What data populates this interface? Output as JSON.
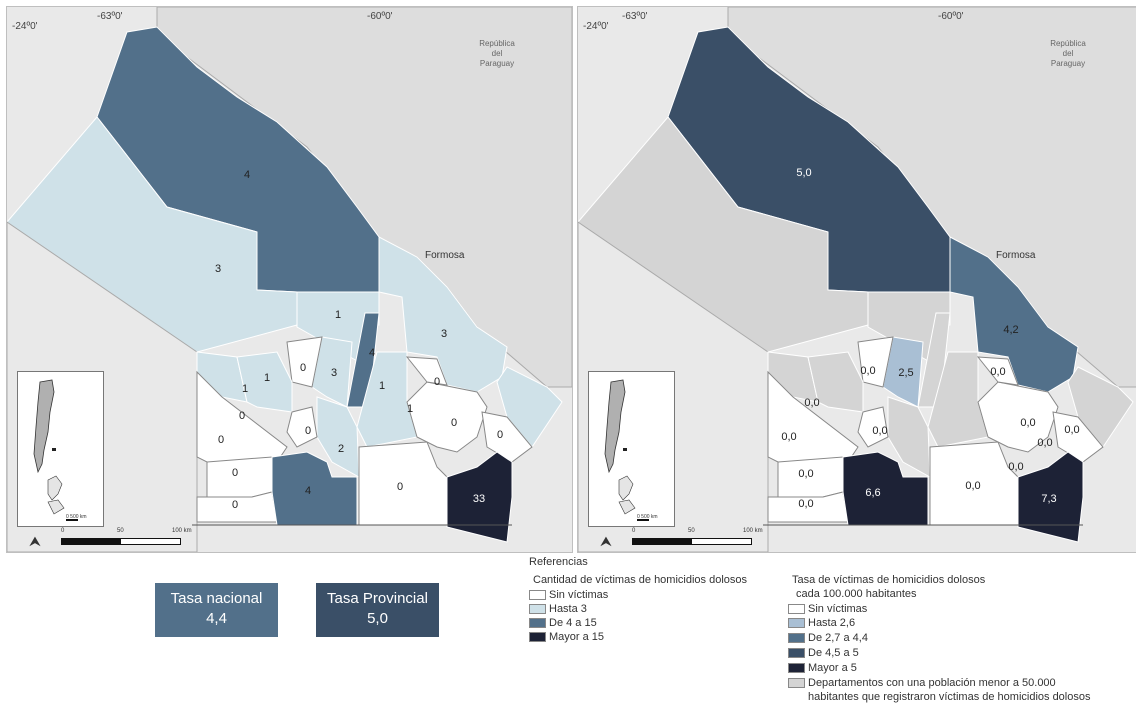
{
  "map_left": {
    "coords": {
      "lat": "-24º0'",
      "lon1": "-63º0'",
      "lon2": "-60º0'"
    },
    "country": "República\ndel\nParaguay",
    "neighbor": "Formosa",
    "values": [
      "4",
      "3",
      "1",
      "4",
      "3",
      "0",
      "3",
      "1",
      "1",
      "0",
      "0",
      "1",
      "0",
      "0",
      "1",
      "0",
      "2",
      "0",
      "0",
      "0",
      "4",
      "0",
      "33"
    ],
    "scale": [
      "0",
      "50",
      "100 km"
    ],
    "inset_scale": "0  500 km"
  },
  "map_right": {
    "coords": {
      "lat": "-24º0'",
      "lon1": "-63º0'",
      "lon2": "-60º0'"
    },
    "country": "República\ndel\nParaguay",
    "neighbor": "Formosa",
    "values": [
      "5,0",
      "4,2",
      "0,0",
      "2,5",
      "0,0",
      "0,0",
      "0,0",
      "0,0",
      "0,0",
      "0,0",
      "0,0",
      "0,0",
      "0,0",
      "6,6",
      "0,0",
      "0,0",
      "7,3"
    ],
    "scale": [
      "0",
      "50",
      "100 km"
    ],
    "inset_scale": "0  500 km"
  },
  "rates": {
    "nacional": {
      "label": "Tasa nacional",
      "value": "4,4"
    },
    "provincial": {
      "label": "Tasa Provincial",
      "value": "5,0"
    }
  },
  "legend": {
    "title": "Referencias",
    "left": {
      "heading": "Cantidad de víctimas de homicidios dolosos",
      "items": [
        {
          "label": "Sin víctimas",
          "color": "#ffffff"
        },
        {
          "label": "Hasta 3",
          "color": "#cfe1e8"
        },
        {
          "label": "De 4 a 15",
          "color": "#52708a"
        },
        {
          "label": "Mayor a 15",
          "color": "#1d2236"
        }
      ]
    },
    "right": {
      "heading1": "Tasa de víctimas de homicidios dolosos",
      "heading2": "cada 100.000 habitantes",
      "items": [
        {
          "label": "Sin víctimas",
          "color": "#ffffff"
        },
        {
          "label": "Hasta 2,6",
          "color": "#a9bfd4"
        },
        {
          "label": "De 2,7 a 4,4",
          "color": "#52708a"
        },
        {
          "label": "De 4,5 a 5",
          "color": "#3a4f67"
        },
        {
          "label": "Mayor a 5",
          "color": "#1d2236"
        },
        {
          "label": "Departamentos con una población menor a 50.000",
          "label2": "habitantes que registraron víctimas de homicidios dolosos",
          "color": "#d4d4d4"
        }
      ]
    }
  }
}
